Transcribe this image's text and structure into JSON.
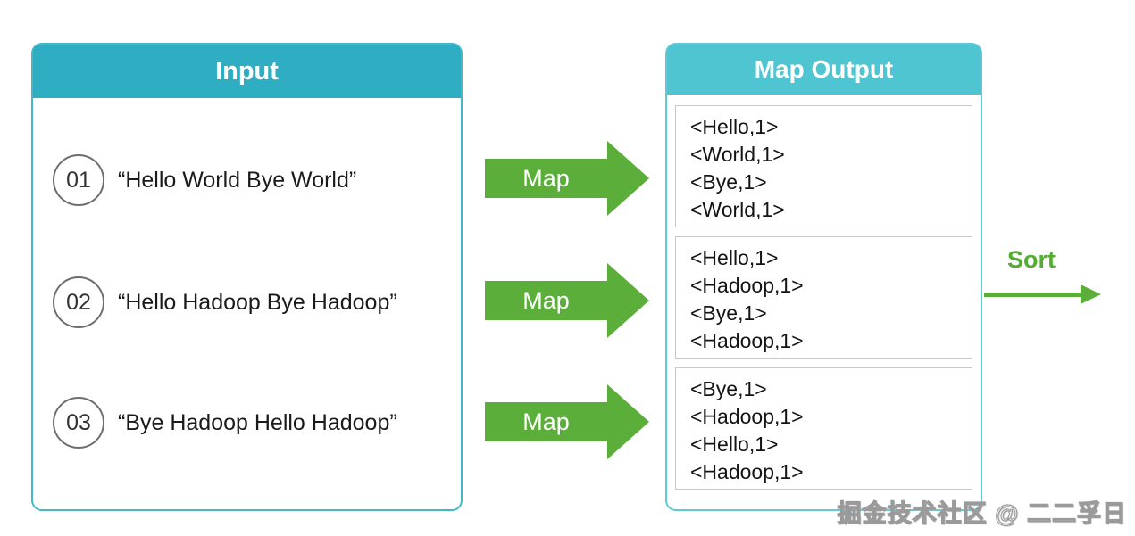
{
  "input_panel": {
    "title": "Input",
    "items": [
      {
        "number": "01",
        "text": "“Hello World Bye World”"
      },
      {
        "number": "02",
        "text": "“Hello Hadoop Bye Hadoop”"
      },
      {
        "number": "03",
        "text": "“Bye Hadoop Hello Hadoop”"
      }
    ]
  },
  "map_arrows": {
    "label": "Map"
  },
  "output_panel": {
    "title": "Map Output",
    "boxes": [
      {
        "lines": [
          "<Hello,1>",
          "<World,1>",
          "<Bye,1>",
          "<World,1>"
        ]
      },
      {
        "lines": [
          "<Hello,1>",
          "<Hadoop,1>",
          "<Bye,1>",
          "<Hadoop,1>"
        ]
      },
      {
        "lines": [
          "<Bye,1>",
          "<Hadoop,1>",
          "<Hello,1>",
          "<Hadoop,1>"
        ]
      }
    ]
  },
  "sort_arrow": {
    "label": "Sort"
  },
  "watermark": "掘金技术社区 @ 二二孚日",
  "colors": {
    "input_header_teal": "#2faec3",
    "input_border_teal": "#45b7c8",
    "output_header_teal": "#50c5d2",
    "output_border_teal": "#62c8d5",
    "arrow_green": "#5bae39",
    "sort_green": "#54ad33",
    "box_border_gray": "#c9c9c9",
    "body_text": "#1a1a1a"
  }
}
